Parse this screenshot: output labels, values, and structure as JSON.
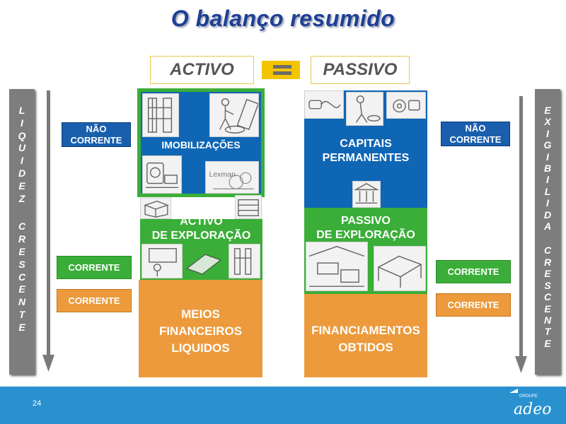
{
  "title": "O balanço resumido",
  "header": {
    "activo": "ACTIVO",
    "passivo": "PASSIVO"
  },
  "left_axis": {
    "word1": [
      "L",
      "I",
      "Q",
      "U",
      "I",
      "D",
      "E",
      "Z"
    ],
    "word2": [
      "C",
      "R",
      "E",
      "S",
      "C",
      "E",
      "N",
      "T",
      "E"
    ]
  },
  "right_axis": {
    "word1": [
      "E",
      "X",
      "I",
      "G",
      "I",
      "B",
      "I",
      "L",
      "I",
      "D",
      "A"
    ],
    "word2": [
      "C",
      "R",
      "E",
      "S",
      "C",
      "E",
      "N",
      "T",
      "E"
    ]
  },
  "left_tags": {
    "nao_corrente": "NÃO CORRENTE",
    "corrente_green": "CORRENTE",
    "corrente_orange": "CORRENTE"
  },
  "right_tags": {
    "nao_corrente": "NÃO CORRENTE",
    "corrente_green": "CORRENTE",
    "corrente_orange": "CORRENTE"
  },
  "activo_blocks": {
    "imobilizacoes": "IMOBILIZAÇÕES",
    "exploracao_line1": "ACTIVO",
    "exploracao_line2": "DE EXPLORAÇÃO",
    "meios_line1": "MEIOS",
    "meios_line2": "FINANCEIROS",
    "meios_line3": "LIQUIDOS"
  },
  "passivo_blocks": {
    "capitais_line1": "CAPITAIS",
    "capitais_line2": "PERMANENTES",
    "exploracao_line1": "PASSIVO",
    "exploracao_line2": "DE EXPLORAÇÃO",
    "financ_line1": "FINANCIAMENTOS",
    "financ_line2": "OBTIDOS"
  },
  "picture_labels": {
    "lexman": "Lexman"
  },
  "footer": {
    "page_number": "24",
    "logo_group": "GROUPE",
    "logo_name": "adeo"
  },
  "colors": {
    "blue": "#0f66b5",
    "green": "#3aae38",
    "orange": "#ec9a3c",
    "footer": "#2a91cf"
  }
}
